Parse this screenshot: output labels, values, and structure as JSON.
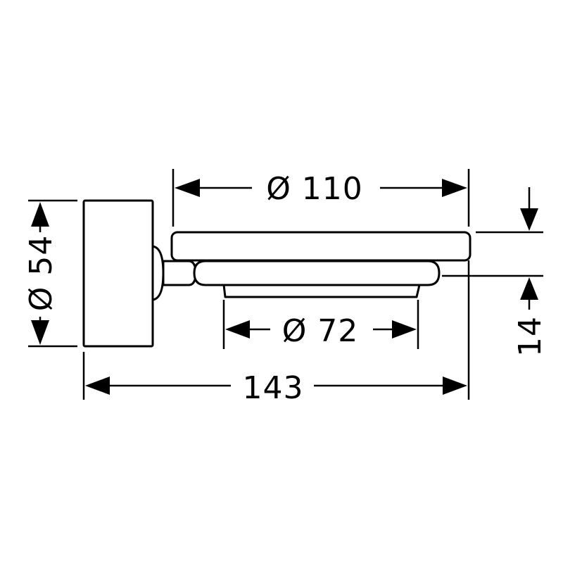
{
  "dimensions": {
    "mount_diameter": "Ø 54",
    "dish_top_diameter": "Ø 110",
    "dish_bottom_diameter": "Ø 72",
    "total_length": "143",
    "height": "14"
  },
  "colors": {
    "line": "#000000",
    "background": "#ffffff"
  }
}
